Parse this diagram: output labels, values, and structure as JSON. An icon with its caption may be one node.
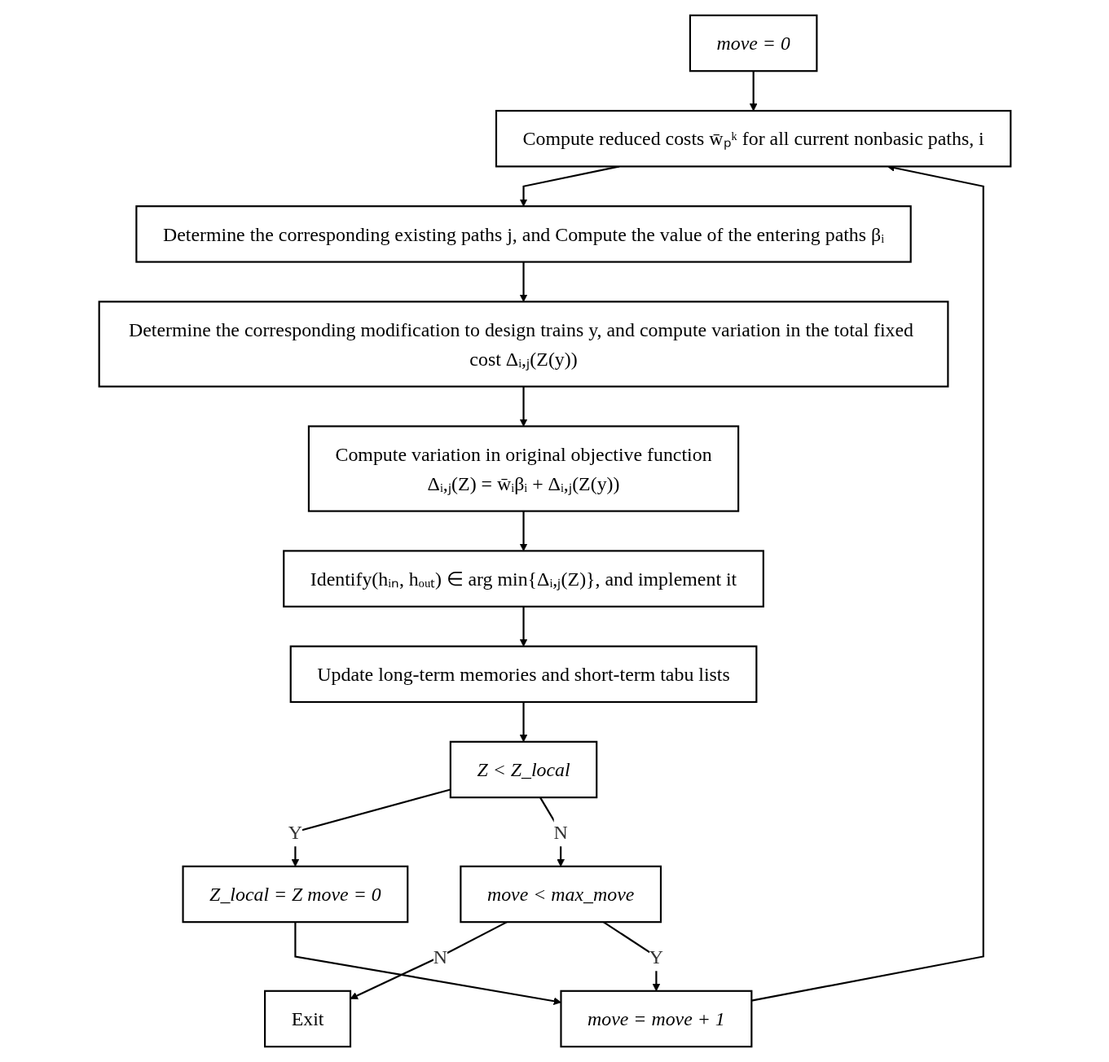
{
  "diagram": {
    "nodes": [
      {
        "text": [
          "move = 0"
        ]
      },
      {
        "text": [
          "Compute reduced costs w̄ₚᵏ for all current nonbasic paths, i"
        ]
      },
      {
        "text": [
          "Determine the corresponding existing paths j, and Compute the value of the entering paths βᵢ"
        ]
      },
      {
        "text": [
          "Determine the corresponding modification to design trains y, and compute variation in the total fixed cost Δᵢ,ⱼ(Z(y))"
        ]
      },
      {
        "text": [
          "Compute variation in original objective function",
          "Δᵢ,ⱼ(Z) = w̄ᵢβᵢ + Δᵢ,ⱼ(Z(y))"
        ]
      },
      {
        "text": [
          "Identify(hᵢₙ, hₒᵤₜ) ∈ arg min{Δᵢ,ⱼ(Z)}, and implement it"
        ]
      },
      {
        "text": [
          "Update long-term memories and short-term tabu lists"
        ]
      },
      {
        "text": [
          "Z < Z_local"
        ]
      },
      {
        "text": [
          "Z_local = Z move = 0"
        ]
      },
      {
        "text": [
          "move < max_move"
        ]
      },
      {
        "text": [
          "Exit"
        ]
      },
      {
        "text": [
          "move = move + 1"
        ]
      }
    ],
    "edges": [
      {
        "from": 0,
        "to": 1,
        "arrow": "to"
      },
      {
        "from": 1,
        "to": 2,
        "arrow": "to"
      },
      {
        "from": 2,
        "to": 3,
        "arrow": "to"
      },
      {
        "from": 3,
        "to": 4,
        "arrow": "to"
      },
      {
        "from": 4,
        "to": 5,
        "arrow": "to"
      },
      {
        "from": 5,
        "to": 6,
        "arrow": "to"
      },
      {
        "from": 6,
        "to": 7,
        "arrow": "to"
      },
      {
        "from": 7,
        "to": 8,
        "arrow": "to",
        "label": "Y"
      },
      {
        "from": 7,
        "to": 9,
        "arrow": "to",
        "label": "N"
      },
      {
        "from": 9,
        "to": 10,
        "arrow": "to",
        "label": "N"
      },
      {
        "from": 9,
        "to": 11,
        "arrow": "to",
        "label": "Y"
      },
      {
        "from": 8,
        "to": 11,
        "arrow": "to"
      },
      {
        "from": 11,
        "to": 1,
        "arrow": "to"
      }
    ]
  }
}
